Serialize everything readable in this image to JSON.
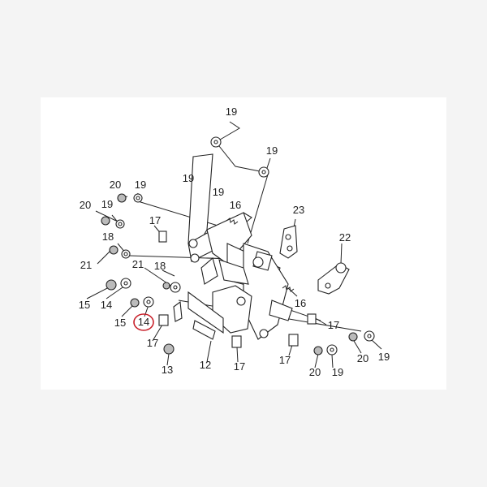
{
  "callouts": [
    {
      "text": "19"
    },
    {
      "text": "19"
    },
    {
      "text": "19"
    },
    {
      "text": "19"
    },
    {
      "text": "20"
    },
    {
      "text": "19"
    },
    {
      "text": "20"
    },
    {
      "text": "19"
    },
    {
      "text": "16"
    },
    {
      "text": "23"
    },
    {
      "text": "17"
    },
    {
      "text": "18"
    },
    {
      "text": "22"
    },
    {
      "text": "21"
    },
    {
      "text": "21"
    },
    {
      "text": "18"
    },
    {
      "text": "15"
    },
    {
      "text": "14"
    },
    {
      "text": "16"
    },
    {
      "text": "15"
    },
    {
      "text": "14"
    },
    {
      "text": "17"
    },
    {
      "text": "17"
    },
    {
      "text": "17"
    },
    {
      "text": "12"
    },
    {
      "text": "17"
    },
    {
      "text": "13"
    },
    {
      "text": "20"
    },
    {
      "text": "19"
    },
    {
      "text": "20"
    },
    {
      "text": "19"
    }
  ],
  "highlight": {
    "text": "14",
    "color": "#c8202a"
  }
}
